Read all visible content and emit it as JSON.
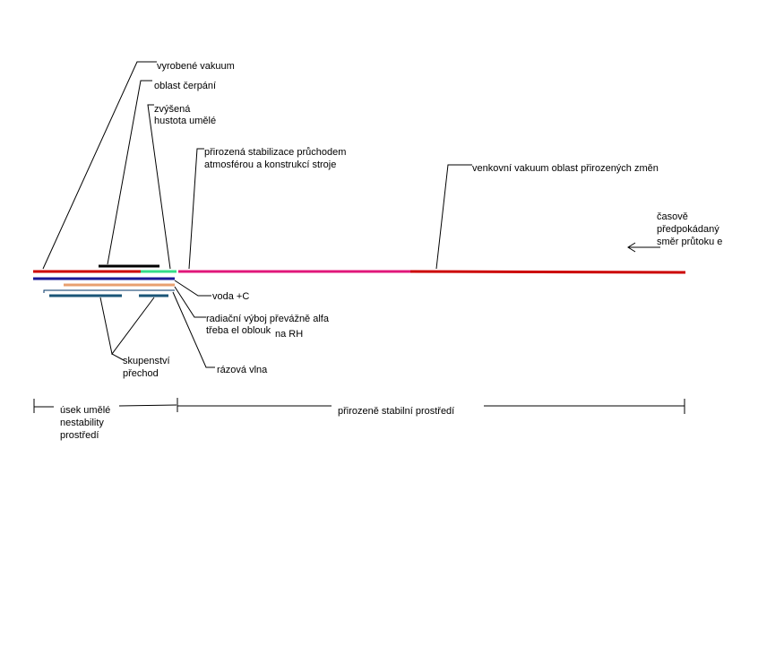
{
  "labels": {
    "vacuum": "vyrobené vakuum",
    "pumping": "oblast čerpání",
    "density_1": "zvýšená",
    "density_2": "hustota umělé",
    "natural_stab_1": "přirozená stabilizace průchodem",
    "natural_stab_2": "atmosférou a konstrukcí stroje",
    "outer_vacuum": "venkovní vakuum oblast přirozených změn",
    "time_flow_1": "časově",
    "time_flow_2": "předpokádaný",
    "time_flow_3": "směr průtoku e",
    "water": "voda +C",
    "radiation_1": "radiační výboj převážně alfa",
    "radiation_2": "třeba el oblouk",
    "radiation_3": "na RH",
    "phase_1": "skupenství",
    "phase_2": "přechod",
    "shock": "rázová vlna",
    "unstable_1": "úsek umělé",
    "unstable_2": "nestability",
    "unstable_3": "prostředí",
    "stable": "přirozeně stabilní prostředí"
  },
  "colors": {
    "red": "#cc0000",
    "pink": "#e0177a",
    "navy": "#1a1a99",
    "black": "#000000",
    "green": "#33dd88",
    "orange": "#e8a070",
    "teal": "#1a5577",
    "darkblue": "#003366"
  }
}
